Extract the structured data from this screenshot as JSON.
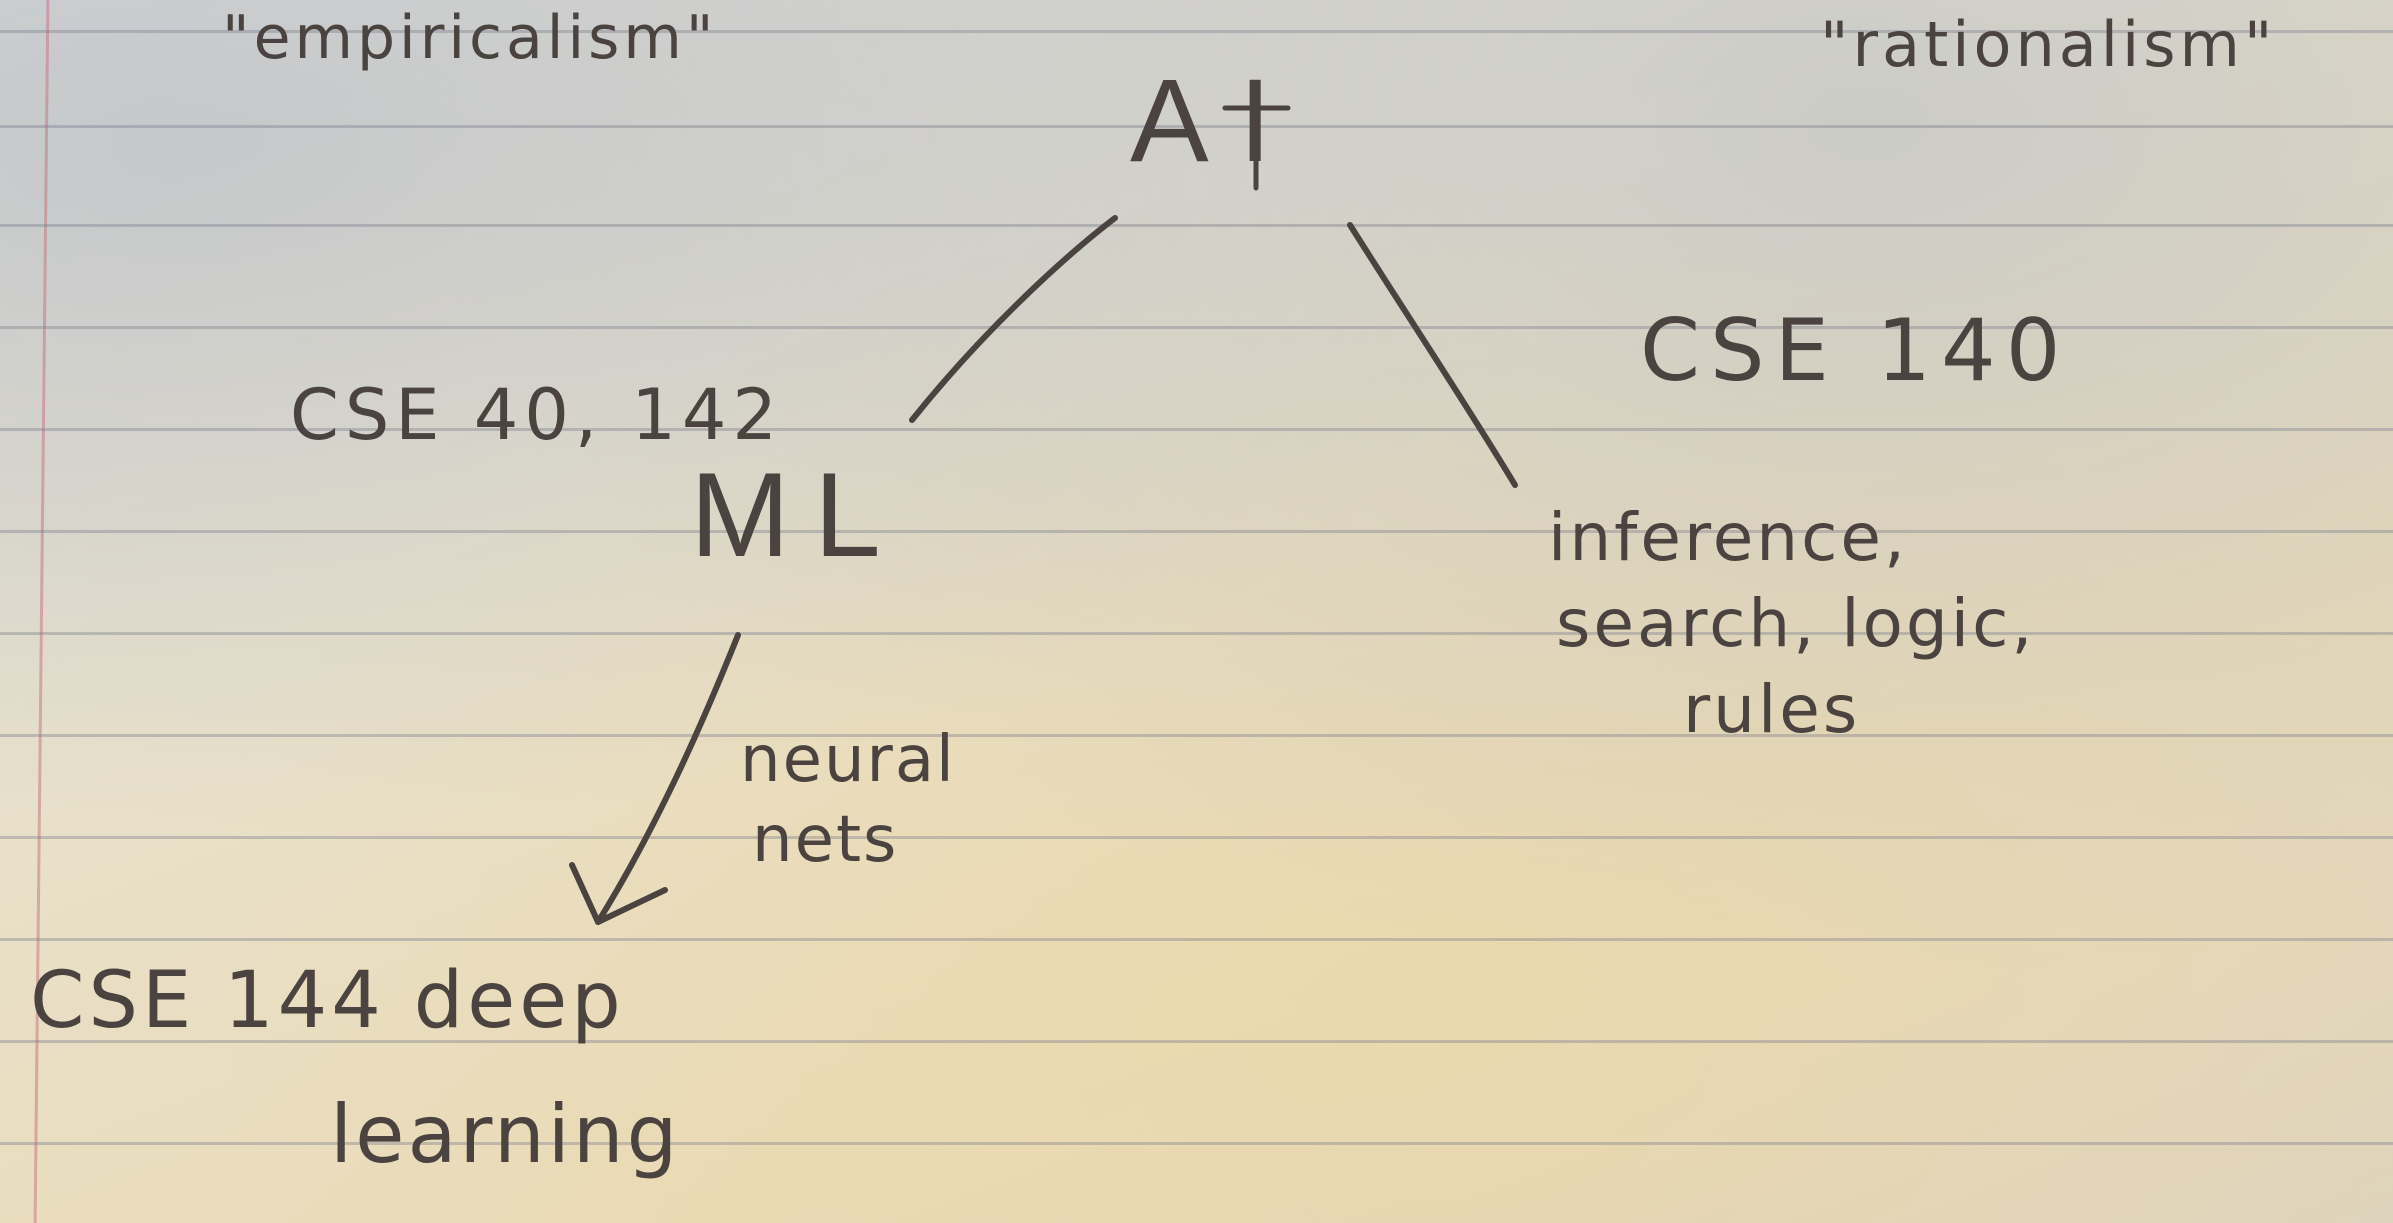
{
  "labels": {
    "empiricalism": "\"empiricalism\"",
    "rationalism": "\"rationalism\"",
    "ai": "AI",
    "ml": "ML",
    "ml_courses": "CSE 40, 142",
    "ai_right_courses": "CSE 140",
    "right_branch_line1": "inference,",
    "right_branch_line2": "search, logic,",
    "right_branch_line3": "rules",
    "edge_neural_line1": "neural",
    "edge_neural_line2": "nets",
    "deep_courses": "CSE 144 deep",
    "deep_line2": "learning"
  }
}
